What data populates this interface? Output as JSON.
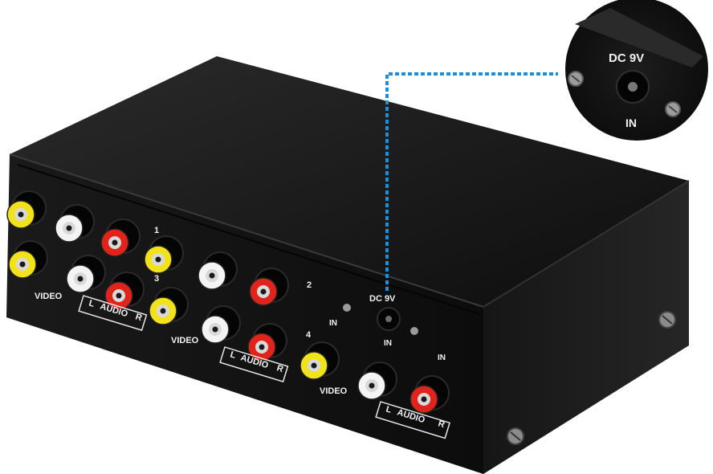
{
  "product": {
    "labels": {
      "video": "VIDEO",
      "audio": "AUDIO",
      "left": "L",
      "right": "R",
      "input": "IN",
      "power": "DC 9V"
    },
    "port_numbers": [
      "1",
      "2",
      "3",
      "4"
    ]
  },
  "callout": {
    "top_label": "DC 9V",
    "bottom_label": "IN",
    "line_color": "#1e8fd6"
  },
  "colors": {
    "video_jack": "#f2e21a",
    "audio_left_jack": "#f4f4f4",
    "audio_right_jack": "#e0241b",
    "housing": "#121212"
  }
}
